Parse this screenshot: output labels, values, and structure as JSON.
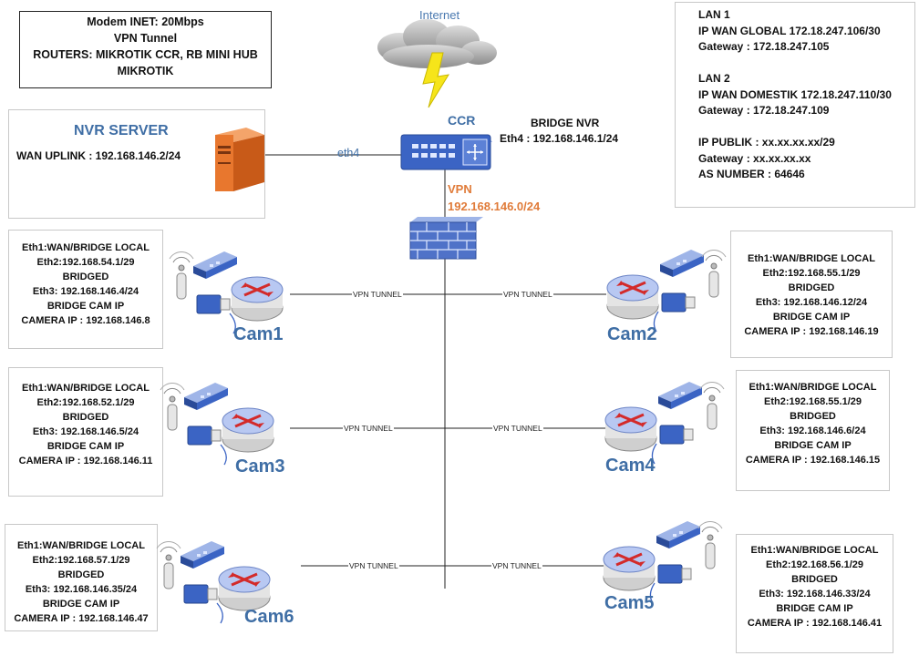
{
  "header_box": [
    "Modem INET: 20Mbps",
    "VPN Tunnel",
    "ROUTERS: MIKROTIK CCR, RB MINI HUB",
    "MIKROTIK"
  ],
  "lan_box": {
    "lines": [
      "LAN 1",
      "IP WAN GLOBAL 172.18.247.106/30",
      "Gateway : 172.18.247.105",
      "",
      "LAN 2",
      "IP WAN DOMESTIK 172.18.247.110/30",
      "Gateway : 172.18.247.109",
      "",
      "IP PUBLIK : xx.xx.xx.xx/29",
      "Gateway : xx.xx.xx.xx",
      "AS NUMBER : 64646"
    ]
  },
  "internet": {
    "label": "Internet"
  },
  "ccr": {
    "label": "CCR",
    "bridge_title": "BRIDGE NVR",
    "bridge_ip": "Eth4 : 192.168.146.1/24"
  },
  "vpn": {
    "label": "VPN",
    "subnet": "192.168.146.0/24"
  },
  "nvr": {
    "title": "NVR SERVER",
    "uplink": "WAN UPLINK : 192.168.146.2/24",
    "link_label": "eth4"
  },
  "tunnel_label": "VPN TUNNEL",
  "cameras": [
    {
      "name": "Cam1",
      "lines": [
        "Eth1:WAN/BRIDGE LOCAL",
        "Eth2:192.168.54.1/29",
        "BRIDGED",
        "Eth3: 192.168.146.4/24",
        "BRIDGE CAM IP",
        "CAMERA IP : 192.168.146.8"
      ]
    },
    {
      "name": "Cam2",
      "lines": [
        "Eth1:WAN/BRIDGE LOCAL",
        "Eth2:192.168.55.1/29",
        "BRIDGED",
        "Eth3: 192.168.146.12/24",
        "BRIDGE CAM IP",
        "CAMERA IP : 192.168.146.19"
      ]
    },
    {
      "name": "Cam3",
      "lines": [
        "Eth1:WAN/BRIDGE LOCAL",
        "Eth2:192.168.52.1/29",
        "BRIDGED",
        "Eth3: 192.168.146.5/24",
        "BRIDGE CAM IP",
        "CAMERA IP : 192.168.146.11"
      ]
    },
    {
      "name": "Cam4",
      "lines": [
        "Eth1:WAN/BRIDGE LOCAL",
        "Eth2:192.168.55.1/29",
        "BRIDGED",
        "Eth3: 192.168.146.6/24",
        "BRIDGE CAM IP",
        "CAMERA IP : 192.168.146.15"
      ]
    },
    {
      "name": "Cam6",
      "lines": [
        "Eth1:WAN/BRIDGE LOCAL",
        "Eth2:192.168.57.1/29",
        "BRIDGED",
        "Eth3: 192.168.146.35/24",
        "BRIDGE CAM IP",
        "CAMERA IP : 192.168.146.47"
      ]
    },
    {
      "name": "Cam5",
      "lines": [
        "Eth1:WAN/BRIDGE LOCAL",
        "Eth2:192.168.56.1/29",
        "BRIDGED",
        "Eth3: 192.168.146.33/24",
        "BRIDGE CAM IP",
        "CAMERA IP : 192.168.146.41"
      ]
    }
  ],
  "colors": {
    "accent_blue": "#3f6ea5",
    "orange": "#e07b39",
    "router_blue": "#3b64c4",
    "firewall_blue": "#4f72c8",
    "server_orange": "#e8772e",
    "bolt_yellow": "#f6e51a"
  }
}
